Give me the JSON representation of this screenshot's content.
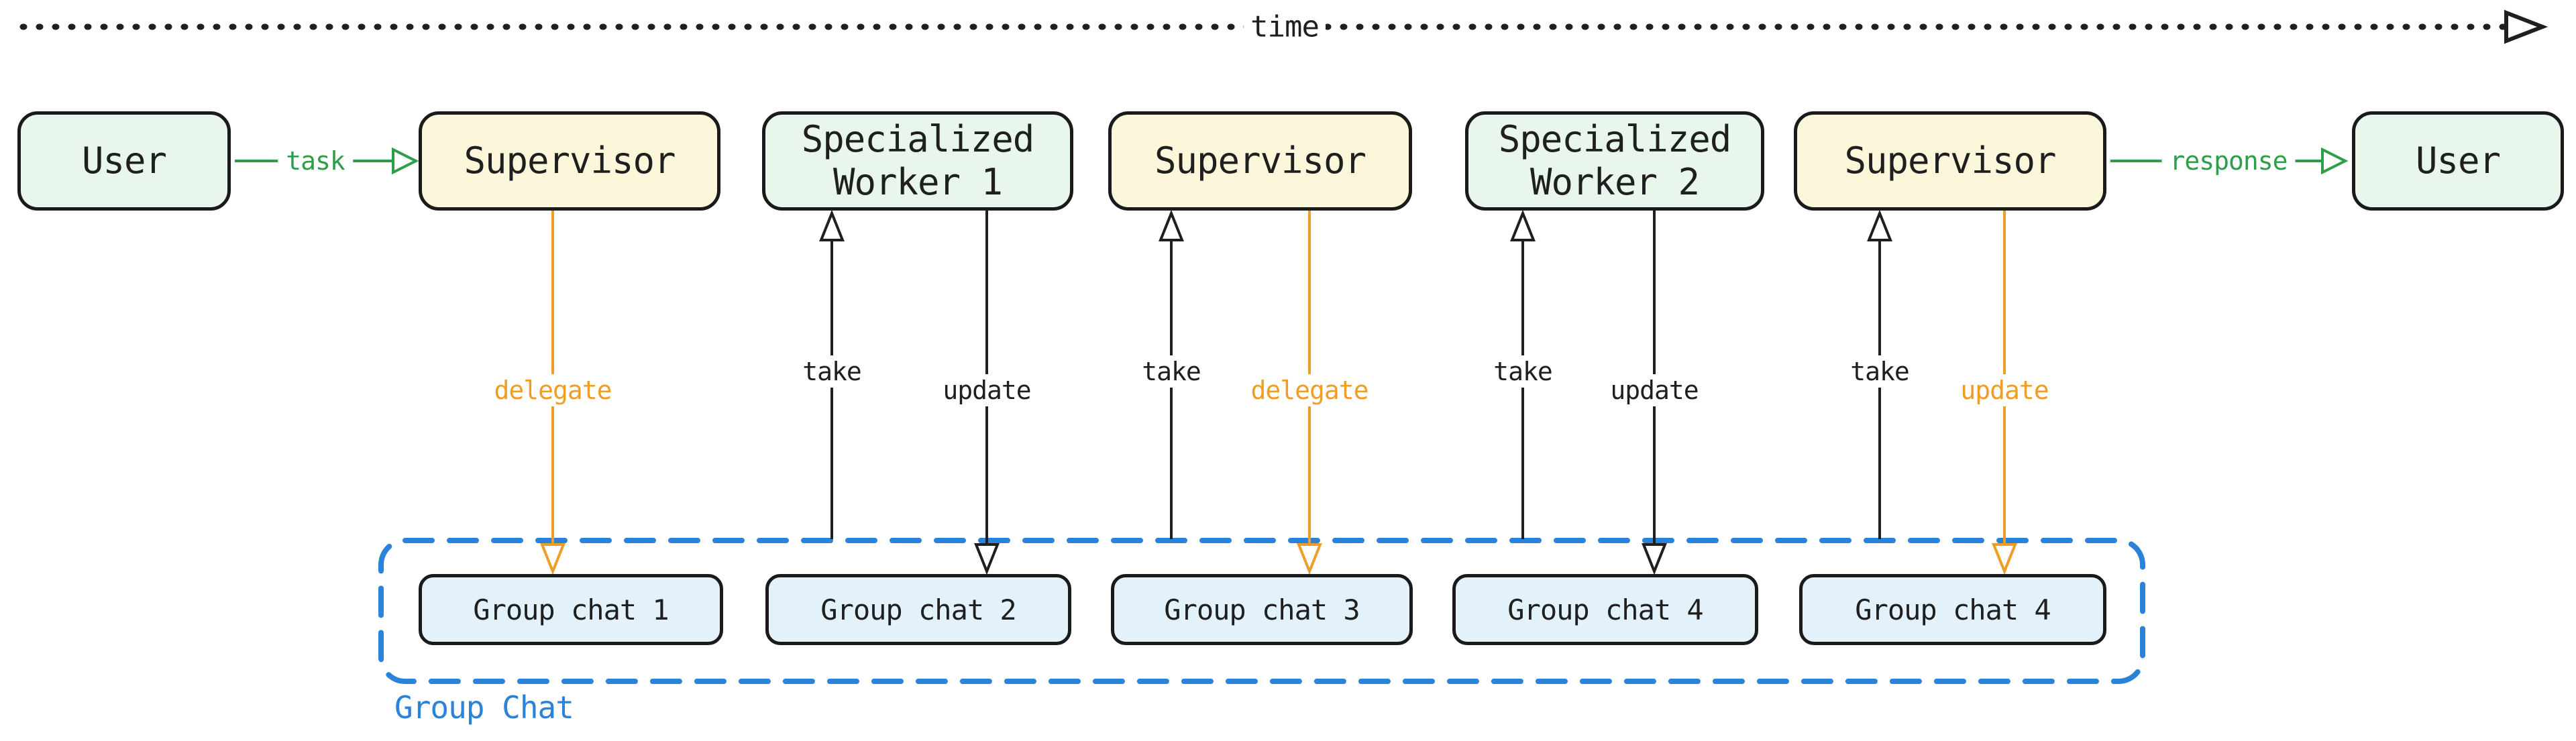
{
  "diagram": {
    "title_hint": "supervisor-worker group chat timeline",
    "timeline": {
      "label": "time"
    },
    "colors": {
      "ink": "#1f1f1f",
      "green": "#2f9e4a",
      "orange": "#ee9d26",
      "blue": "#2b82d9",
      "node_green_fill": "#e9f6ec",
      "node_yellow_fill": "#fcf6da",
      "node_blue_fill": "#e3f1fb"
    },
    "nodes": [
      {
        "id": "user-left",
        "label": "User",
        "kind": "user"
      },
      {
        "id": "supervisor-1",
        "label": "Supervisor",
        "kind": "supervisor"
      },
      {
        "id": "worker-1",
        "label": "Specialized\nWorker 1",
        "kind": "worker"
      },
      {
        "id": "supervisor-2",
        "label": "Supervisor",
        "kind": "supervisor"
      },
      {
        "id": "worker-2",
        "label": "Specialized\nWorker 2",
        "kind": "worker"
      },
      {
        "id": "supervisor-3",
        "label": "Supervisor",
        "kind": "supervisor"
      },
      {
        "id": "user-right",
        "label": "User",
        "kind": "user"
      }
    ],
    "edges": {
      "task": {
        "label": "task",
        "color": "green",
        "direction": "right"
      },
      "response": {
        "label": "response",
        "color": "green",
        "direction": "right"
      },
      "delegate_1": {
        "label": "delegate",
        "color": "orange",
        "direction": "down"
      },
      "take_1": {
        "label": "take",
        "color": "black",
        "direction": "up"
      },
      "update_1": {
        "label": "update",
        "color": "black",
        "direction": "down"
      },
      "take_2": {
        "label": "take",
        "color": "black",
        "direction": "up"
      },
      "delegate_2": {
        "label": "delegate",
        "color": "orange",
        "direction": "down"
      },
      "take_3": {
        "label": "take",
        "color": "black",
        "direction": "up"
      },
      "update_2": {
        "label": "update",
        "color": "black",
        "direction": "down"
      },
      "take_4": {
        "label": "take",
        "color": "black",
        "direction": "up"
      },
      "update_3": {
        "label": "update",
        "color": "orange",
        "direction": "down"
      }
    },
    "group_chat": {
      "container_label": "Group Chat",
      "items": [
        {
          "label": "Group chat 1"
        },
        {
          "label": "Group chat 2"
        },
        {
          "label": "Group chat 3"
        },
        {
          "label": "Group chat 4"
        },
        {
          "label": "Group chat 4"
        }
      ]
    }
  }
}
